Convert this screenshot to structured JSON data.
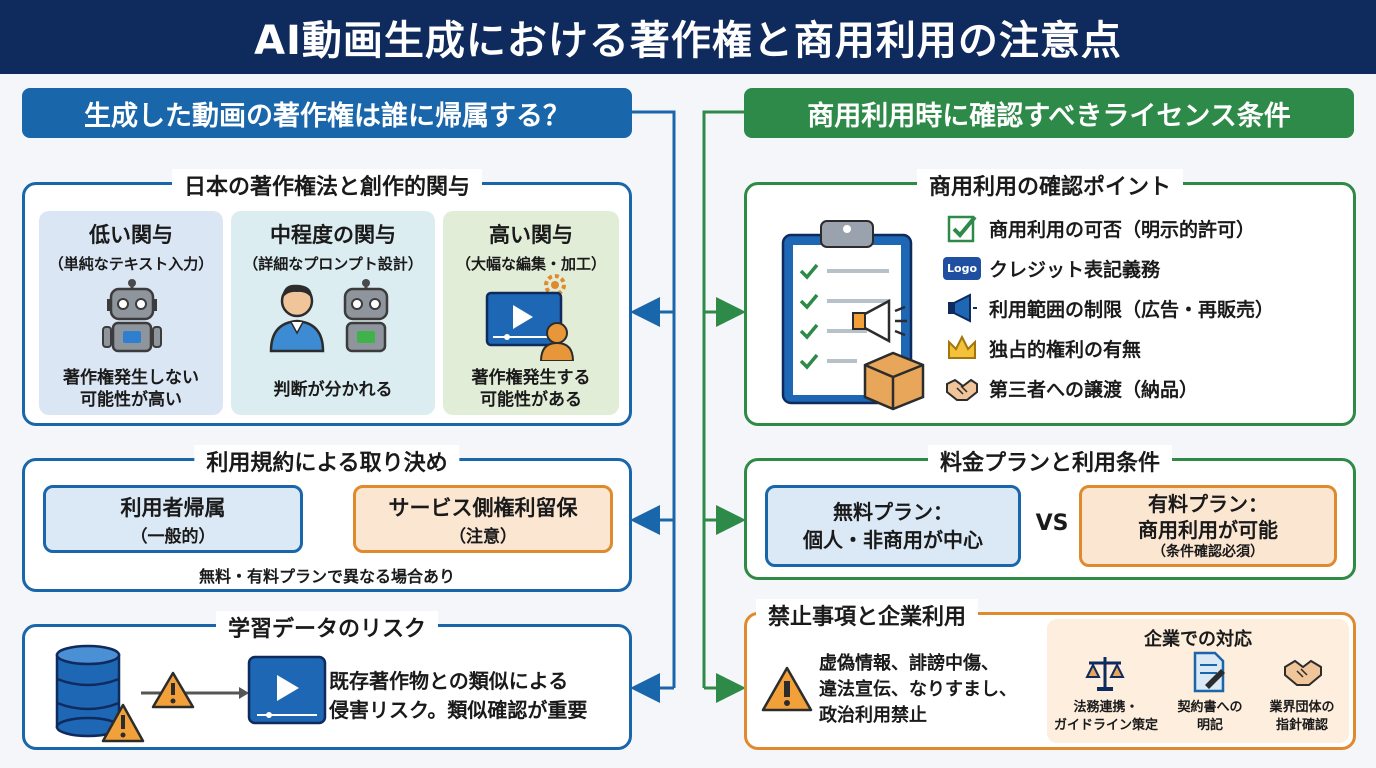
{
  "title": "AI動画生成における著作権と商用利用の注意点",
  "left_header": "生成した動画の著作権は誰に帰属する？",
  "right_header": "商用利用時に確認すべきライセンス条件",
  "copyright_law": {
    "title": "日本の著作権法と創作的関与",
    "cards": [
      {
        "title": "低い関与",
        "sub": "（単純なテキスト入力）",
        "foot1": "著作権発生しない",
        "foot2": "可能性が高い"
      },
      {
        "title": "中程度の関与",
        "sub": "（詳細なプロンプト設計）",
        "foot1": "判断が分かれる",
        "foot2": ""
      },
      {
        "title": "高い関与",
        "sub": "（大幅な編集・加工）",
        "foot1": "著作権発生する",
        "foot2": "可能性がある"
      }
    ]
  },
  "terms": {
    "title": "利用規約による取り決め",
    "user_title": "利用者帰属",
    "user_sub": "（一般的）",
    "service_title": "サービス側権利留保",
    "service_sub": "（注意）",
    "note": "無料・有料プランで異なる場合あり"
  },
  "training": {
    "title": "学習データのリスク",
    "text1": "既存著作物との類似による",
    "text2": "侵害リスク。類似確認が重要"
  },
  "checkpoints": {
    "title": "商用利用の確認ポイント",
    "logo_text": "Logo",
    "items": [
      {
        "icon": "check-icon",
        "label": "商用利用の可否（明示的許可）"
      },
      {
        "icon": "logo-icon",
        "label": "クレジット表記義務"
      },
      {
        "icon": "megaphone-icon",
        "label": "利用範囲の制限（広告・再販売）"
      },
      {
        "icon": "crown-icon",
        "label": "独占的権利の有無"
      },
      {
        "icon": "handshake-icon",
        "label": "第三者への譲渡（納品）"
      }
    ]
  },
  "plans": {
    "title": "料金プランと利用条件",
    "free1": "無料プラン：",
    "free2": "個人・非商用が中心",
    "vs": "VS",
    "paid1": "有料プラン：",
    "paid2": "商用利用が可能",
    "paid3": "（条件確認必須）"
  },
  "prohibited": {
    "title": "禁止事項と企業利用",
    "line1": "虚偽情報、誹謗中傷、",
    "line2": "違法宣伝、なりすまし、",
    "line3": "政治利用禁止",
    "corp_title": "企業での対応",
    "corp_items": [
      {
        "l1": "法務連携・",
        "l2": "ガイドライン策定"
      },
      {
        "l1": "契約書への",
        "l2": "明記"
      },
      {
        "l1": "業界団体の",
        "l2": "指針確認"
      }
    ]
  },
  "colors": {
    "navy": "#0f2a5c",
    "blue": "#1a66ab",
    "green": "#2d8a48",
    "orange": "#e08a2e"
  }
}
